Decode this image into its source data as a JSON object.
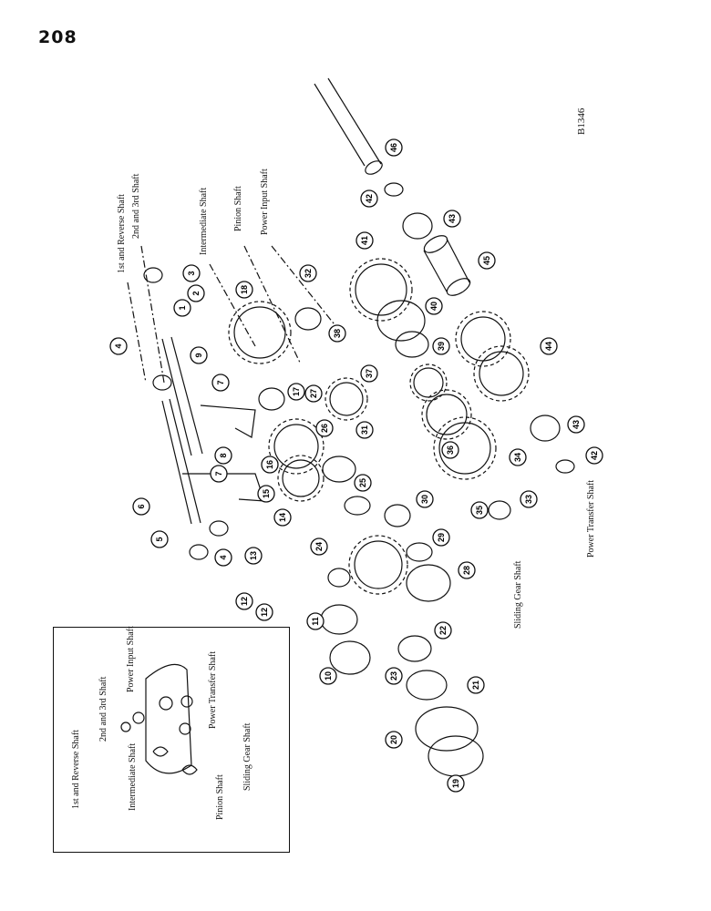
{
  "page": {
    "number": "208",
    "figure_code": "B1346"
  },
  "shaft_labels": {
    "first_reverse": "1st and Reverse Shaft",
    "second_third": "2nd and 3rd Shaft",
    "intermediate": "Intermediate Shaft",
    "pinion": "Pinion Shaft",
    "power_input": "Power Input Shaft",
    "sliding_gear": "Sliding Gear Shaft",
    "power_transfer": "Power Transfer Shaft"
  },
  "inset_labels": {
    "first_reverse": "1st and Reverse Shaft",
    "second_third": "2nd and 3rd Shaft",
    "power_input": "Power Input Shaft",
    "power_transfer": "Power Transfer Shaft",
    "intermediate": "Intermediate Shaft",
    "sliding_gear": "Sliding Gear Shaft",
    "pinion": "Pinion Shaft"
  },
  "callouts": [
    "1",
    "2",
    "3",
    "4",
    "5",
    "6",
    "7",
    "8",
    "9",
    "10",
    "11",
    "12",
    "13",
    "14",
    "15",
    "16",
    "17",
    "18",
    "19",
    "20",
    "21",
    "22",
    "23",
    "24",
    "25",
    "26",
    "27",
    "28",
    "29",
    "30",
    "31",
    "32",
    "33",
    "34",
    "35",
    "36",
    "37",
    "38",
    "39",
    "40",
    "41",
    "42",
    "43",
    "44",
    "45",
    "46"
  ]
}
